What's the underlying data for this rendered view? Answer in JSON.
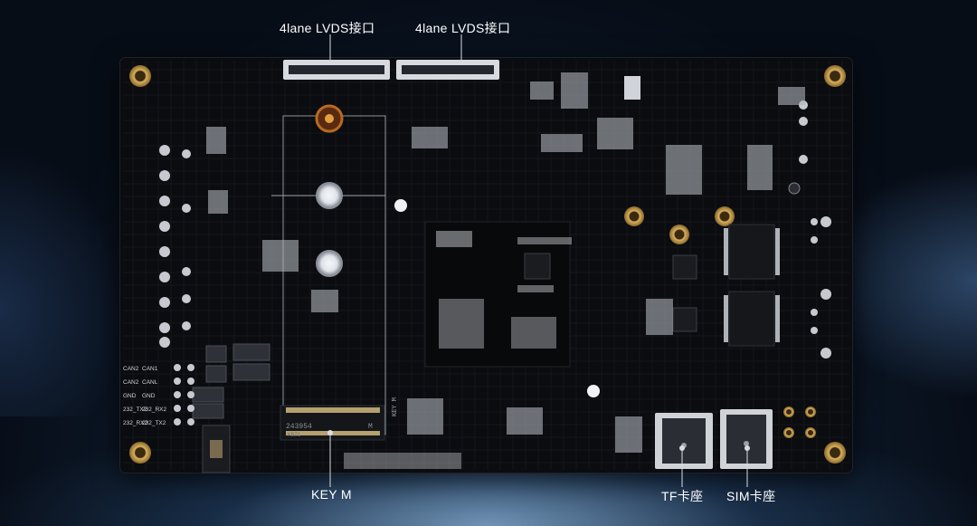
{
  "labels": {
    "lvds_1": "4lane LVDS接口",
    "lvds_2": "4lane LVDS接口",
    "key_m": "KEY M",
    "tf_slot": "TF卡座",
    "sim_slot": "SIM卡座"
  },
  "silkscreen": {
    "can_rows": [
      [
        "CAN2",
        "CAN1"
      ],
      [
        "CAN2",
        "CANL"
      ],
      [
        "GND",
        "GND"
      ],
      [
        "232_TX2",
        "232_RX2"
      ],
      [
        "232_RX2",
        "232_TX2"
      ]
    ],
    "m2_part": "243954",
    "m2_key": "M",
    "m2_sub": "KBZ1",
    "m2_vertical": "KEY M"
  },
  "colors": {
    "board": "#0b0c0f",
    "callout_line": "#d8dde4",
    "gold": "#b8913f",
    "silver": "#cfd3d8"
  }
}
